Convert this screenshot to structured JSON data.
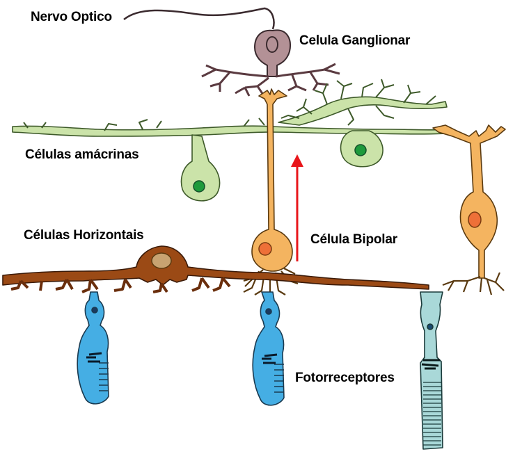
{
  "labels": {
    "optic_nerve": "Nervo Optico",
    "ganglion": "Celula Ganglionar",
    "amacrine": "Células amácrinas",
    "horizontal": "Células Horizontais",
    "bipolar": "Célula Bipolar",
    "photoreceptors": "Fotorreceptores"
  },
  "colors": {
    "ganglion_cell": "#b39196",
    "amacrine_cell": "#cbe3a9",
    "amacrine_nucleus": "#1e9a3c",
    "bipolar_cell": "#f4b460",
    "bipolar_nucleus": "#ee7038",
    "horizontal_cell": "#9b4a15",
    "horizontal_nucleus": "#c8a371",
    "cone_cell": "#45aee4",
    "rod_cell": "#a9d8d8",
    "signal_arrow": "#e8151a"
  }
}
